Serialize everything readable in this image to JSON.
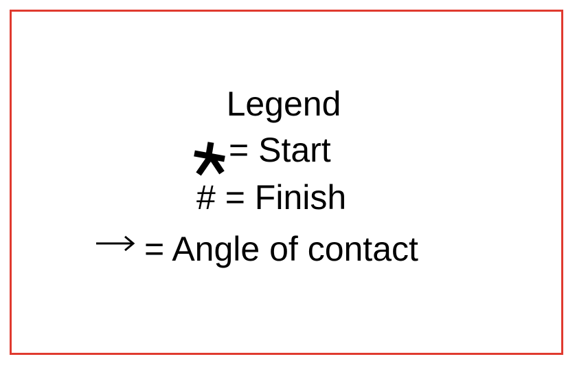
{
  "legend": {
    "title": "Legend",
    "items": [
      {
        "symbol_icon": "asterisk-star-icon",
        "text": "= Start"
      },
      {
        "symbol_text": "#",
        "text": "= Finish"
      },
      {
        "symbol_icon": "right-arrow-icon",
        "text": "= Angle of contact"
      }
    ]
  },
  "colors": {
    "border": "#e03a2f",
    "text": "#000000",
    "background": "#ffffff"
  }
}
